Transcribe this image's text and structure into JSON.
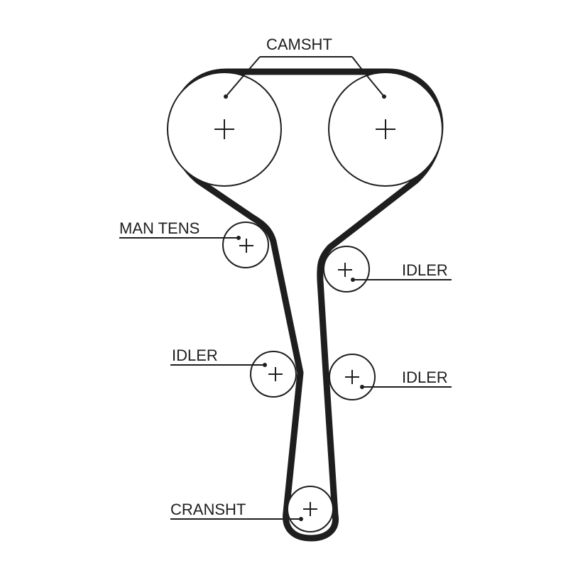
{
  "labels": {
    "camshaft": "CAMSHT",
    "man_tens": "MAN TENS",
    "idler_right_top": "IDLER",
    "idler_left": "IDLER",
    "idler_right_bottom": "IDLER",
    "crankshaft": "CRANSHT"
  },
  "colors": {
    "line": "#1e1e1e",
    "background": "#ffffff"
  }
}
